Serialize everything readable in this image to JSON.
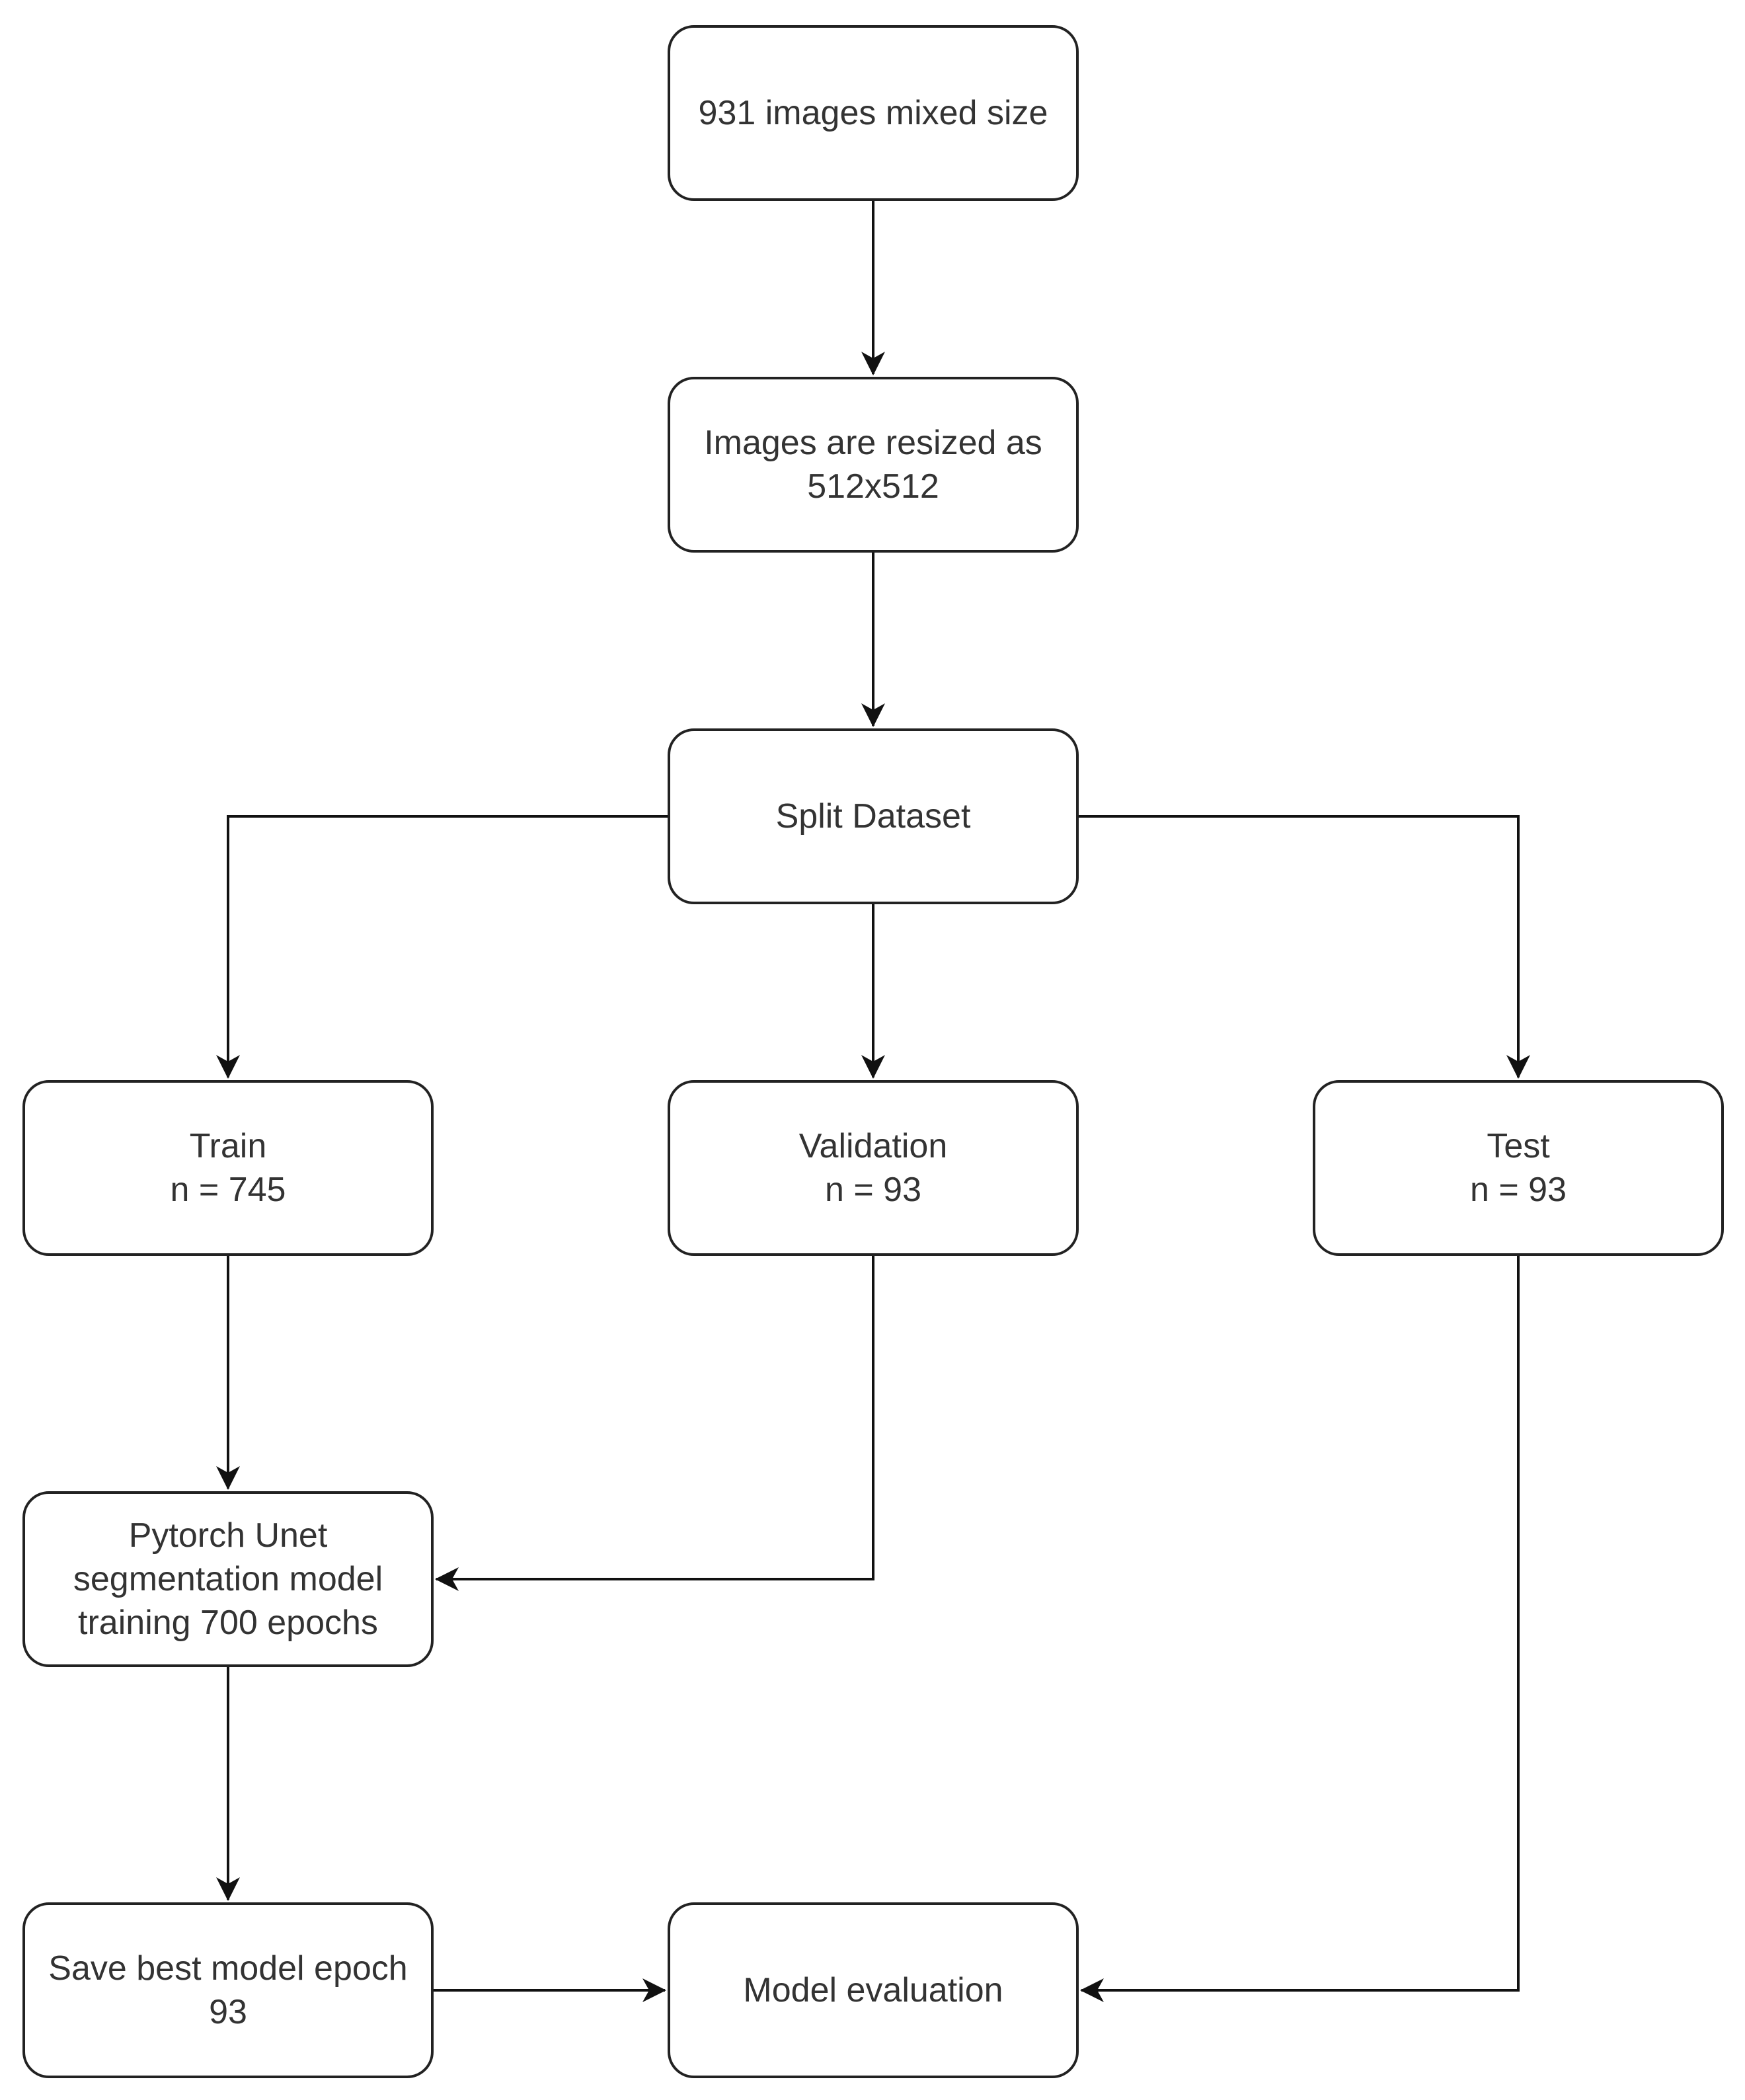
{
  "nodes": {
    "source": {
      "line1": "931 images mixed size"
    },
    "resize": {
      "line1": "Images are resized as",
      "line2": "512x512"
    },
    "split": {
      "line1": "Split Dataset"
    },
    "train": {
      "line1": "Train",
      "line2": "n = 745"
    },
    "validation": {
      "line1": "Validation",
      "line2": "n = 93"
    },
    "test": {
      "line1": "Test",
      "line2": "n = 93"
    },
    "unet": {
      "line1": "Pytorch Unet",
      "line2": "segmentation model",
      "line3": "training 700 epochs"
    },
    "save": {
      "line1": "Save best model epoch",
      "line2": "93"
    },
    "evaluation": {
      "line1": "Model evaluation"
    }
  },
  "edges": [
    {
      "from": "source",
      "to": "resize"
    },
    {
      "from": "resize",
      "to": "split"
    },
    {
      "from": "split",
      "to": "train"
    },
    {
      "from": "split",
      "to": "validation"
    },
    {
      "from": "split",
      "to": "test"
    },
    {
      "from": "train",
      "to": "unet"
    },
    {
      "from": "validation",
      "to": "unet"
    },
    {
      "from": "unet",
      "to": "save"
    },
    {
      "from": "save",
      "to": "evaluation"
    },
    {
      "from": "test",
      "to": "evaluation"
    }
  ],
  "colors": {
    "stroke": "#222222",
    "text": "#333333",
    "background": "#ffffff"
  }
}
